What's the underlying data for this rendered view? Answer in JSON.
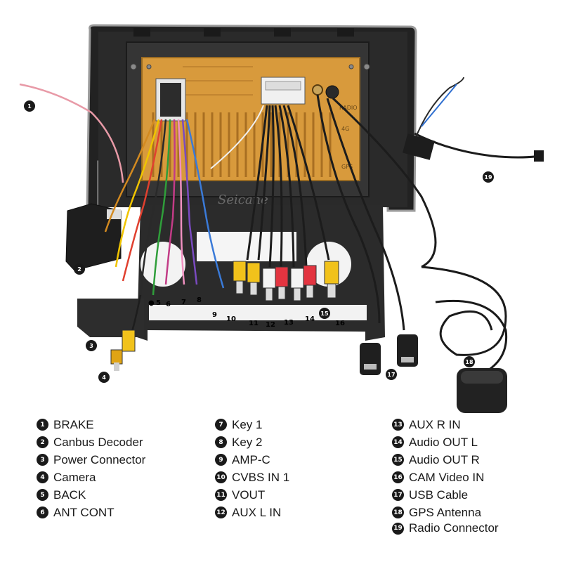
{
  "device": {
    "brand": "Seicane",
    "port_labels": [
      "RADIO",
      "4G",
      "GPS"
    ]
  },
  "callouts": [
    {
      "num": "1"
    },
    {
      "num": "2"
    },
    {
      "num": "3"
    },
    {
      "num": "4"
    },
    {
      "num": "5"
    },
    {
      "num": "6"
    },
    {
      "num": "7"
    },
    {
      "num": "8"
    },
    {
      "num": "9"
    },
    {
      "num": "10"
    },
    {
      "num": "11"
    },
    {
      "num": "12"
    },
    {
      "num": "13"
    },
    {
      "num": "14"
    },
    {
      "num": "15"
    },
    {
      "num": "16"
    },
    {
      "num": "17"
    },
    {
      "num": "18"
    },
    {
      "num": "19"
    }
  ],
  "legend": {
    "columns": [
      [
        {
          "num": "1",
          "label": "BRAKE"
        },
        {
          "num": "2",
          "label": "Canbus Decoder"
        },
        {
          "num": "3",
          "label": "Power Connector"
        },
        {
          "num": "4",
          "label": "Camera"
        },
        {
          "num": "5",
          "label": "BACK"
        },
        {
          "num": "6",
          "label": "ANT CONT"
        }
      ],
      [
        {
          "num": "7",
          "label": "Key 1"
        },
        {
          "num": "8",
          "label": "Key 2"
        },
        {
          "num": "9",
          "label": "AMP-C"
        },
        {
          "num": "10",
          "label": "CVBS IN 1"
        },
        {
          "num": "11",
          "label": "VOUT"
        },
        {
          "num": "12",
          "label": "AUX L IN"
        }
      ],
      [
        {
          "num": "13",
          "label": "AUX R IN"
        },
        {
          "num": "14",
          "label": "Audio OUT L"
        },
        {
          "num": "15",
          "label": "Audio OUT R"
        },
        {
          "num": "16",
          "label": "CAM Video IN"
        },
        {
          "num": "17",
          "label": "USB Cable"
        },
        {
          "num": "18",
          "label": "GPS Antenna"
        },
        {
          "num": "19",
          "label": "Radio Connector"
        }
      ]
    ]
  }
}
